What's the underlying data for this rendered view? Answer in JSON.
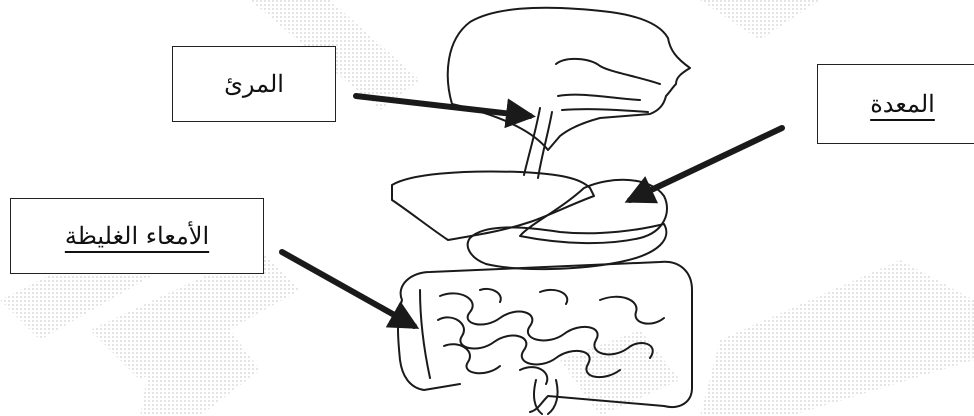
{
  "labels": {
    "esophagus": "المرئ",
    "stomach": "المعدة",
    "large_intestine": "الأمعاء الغليظة"
  },
  "colors": {
    "ink": "#111111",
    "paper": "#ffffff",
    "watermark": "#e2e2e2"
  },
  "icons": {
    "anatomy": "digestive-system-drawing-icon",
    "arrows": "arrow-icon"
  }
}
